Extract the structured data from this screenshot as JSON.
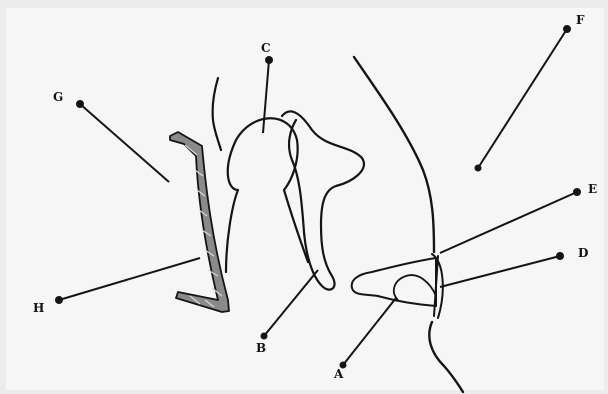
{
  "colors": {
    "background": "#ececec",
    "paper": "#f6f6f6",
    "ink": "#151515",
    "hatch": "#7a7a7a"
  },
  "labels": {
    "a": "A",
    "b": "B",
    "c": "C",
    "d": "D",
    "e": "E",
    "f": "F",
    "g": "G",
    "h": "H"
  }
}
